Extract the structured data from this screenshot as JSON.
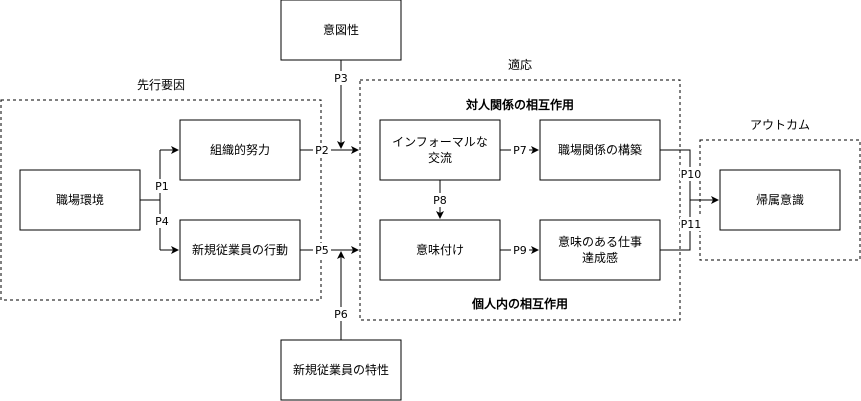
{
  "colors": {
    "stroke": "#000000",
    "fill": "#ffffff",
    "text": "#000000"
  },
  "groups": {
    "antecedents": "先行要因",
    "adaptation": "適応",
    "outcome": "アウトカム"
  },
  "sections": {
    "interpersonal": "対人関係の相互作用",
    "intrapersonal": "個人内の相互作用"
  },
  "boxes": {
    "intentionality": "意図性",
    "work_environment": "職場環境",
    "org_effort": "組織的努力",
    "newcomer_behavior": "新規従業員の行動",
    "newcomer_traits": "新規従業員の特性",
    "informal_exchange": [
      "インフォーマルな",
      "交流"
    ],
    "meaning_making": "意味付け",
    "work_relationship": "職場関係の構築",
    "meaningful_work": [
      "意味のある仕事",
      "達成感"
    ],
    "belonging": "帰属意識"
  },
  "paths": {
    "p1": "P1",
    "p2": "P2",
    "p3": "P3",
    "p4": "P4",
    "p5": "P5",
    "p6": "P6",
    "p7": "P7",
    "p8": "P8",
    "p9": "P9",
    "p10": "P10",
    "p11": "P11"
  }
}
